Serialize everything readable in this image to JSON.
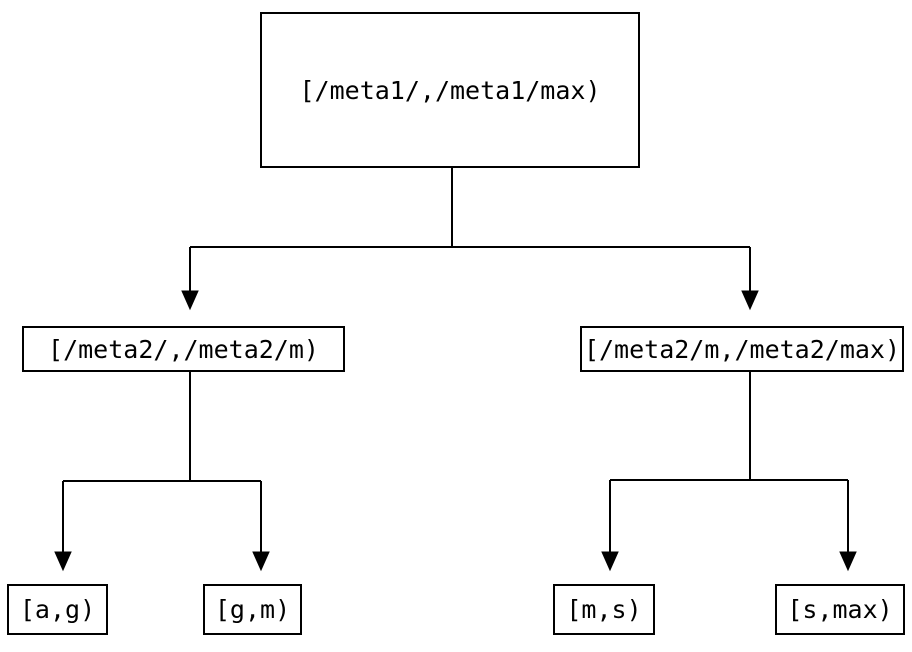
{
  "diagram": {
    "type": "tree",
    "nodes": {
      "root": {
        "id": "root",
        "label": "[/meta1/,/meta1/max)"
      },
      "left": {
        "id": "left",
        "label": "[/meta2/,/meta2/m)"
      },
      "right": {
        "id": "right",
        "label": "[/meta2/m,/meta2/max)"
      },
      "leaf_ag": {
        "id": "leaf_ag",
        "label": "[a,g)"
      },
      "leaf_gm": {
        "id": "leaf_gm",
        "label": "[g,m)"
      },
      "leaf_ms": {
        "id": "leaf_ms",
        "label": "[m,s)"
      },
      "leaf_smax": {
        "id": "leaf_smax",
        "label": "[s,max)"
      }
    },
    "edges": [
      {
        "from": "root",
        "to": "left"
      },
      {
        "from": "root",
        "to": "right"
      },
      {
        "from": "left",
        "to": "leaf_ag"
      },
      {
        "from": "left",
        "to": "leaf_gm"
      },
      {
        "from": "right",
        "to": "leaf_ms"
      },
      {
        "from": "right",
        "to": "leaf_smax"
      }
    ],
    "colors": {
      "background": "#ffffff",
      "node_fill": "#ffffff",
      "node_border": "#000000",
      "edge_line": "#000000",
      "text": "#000000"
    }
  }
}
